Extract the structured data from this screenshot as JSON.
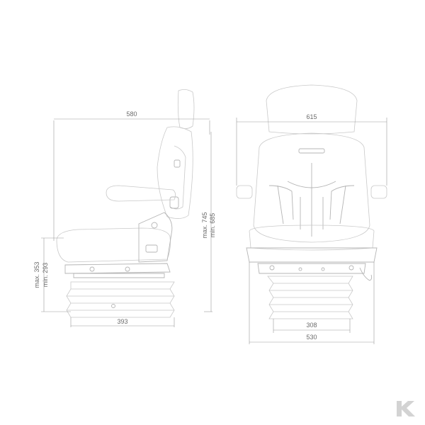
{
  "side_view": {
    "width_label": "580",
    "base_label": "393",
    "height_max_label": "max. 745",
    "height_min_label": "min. 685",
    "seat_max_label": "max. 353",
    "seat_min_label": "min. 293"
  },
  "front_view": {
    "width_label": "615",
    "base_label": "308",
    "overall_label": "530"
  },
  "brand": {
    "logo_letter": "K",
    "colors": {
      "mark": "#d3d3d3",
      "line": "#c9c9c9",
      "text": "#6b6b6b"
    }
  }
}
